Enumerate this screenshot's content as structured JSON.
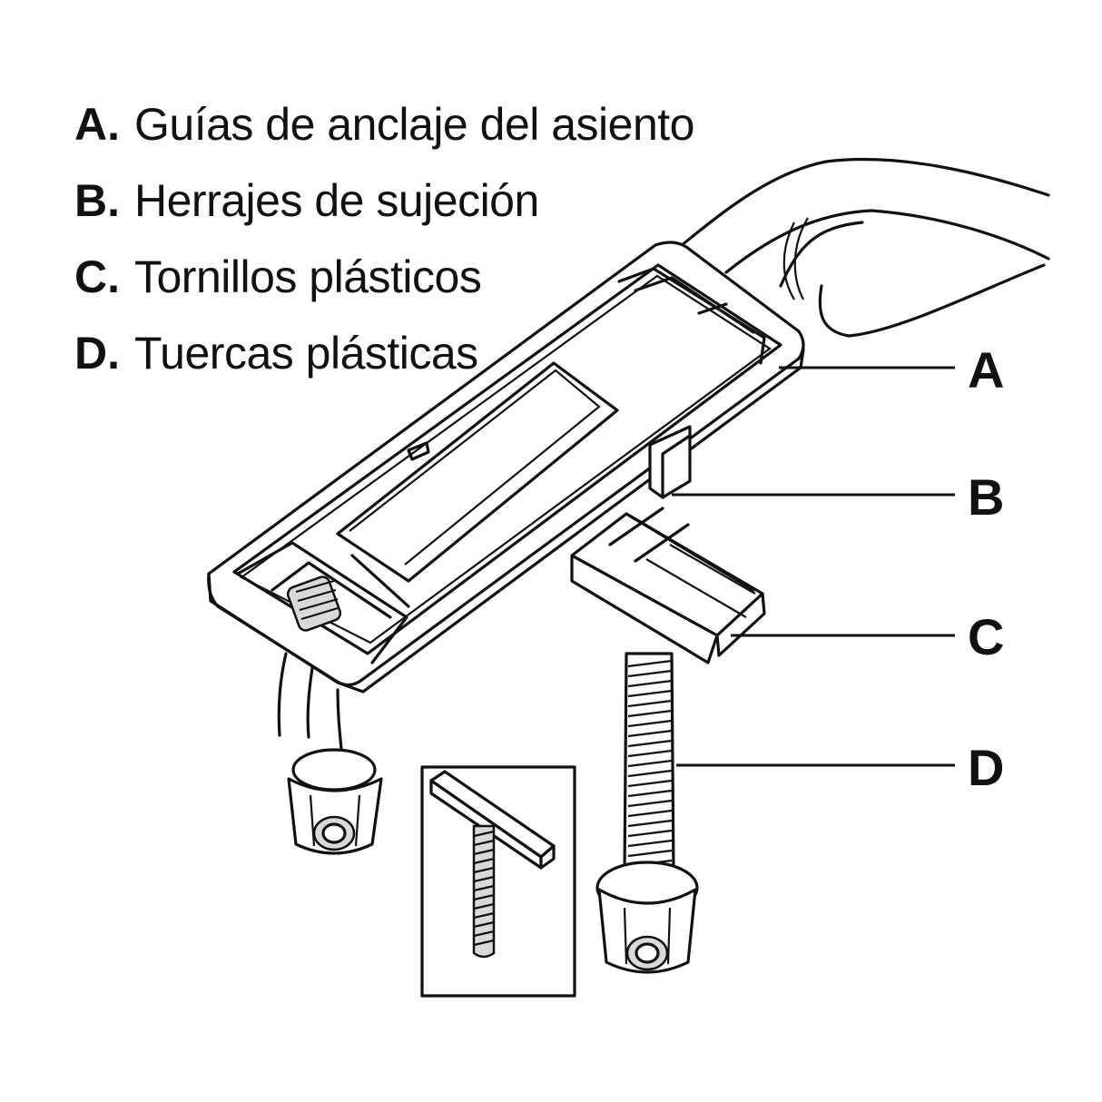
{
  "legend": [
    {
      "key": "A.",
      "text": "Guías de anclaje del asiento"
    },
    {
      "key": "B.",
      "text": "Herrajes de sujeción"
    },
    {
      "key": "C.",
      "text": "Tornillos plásticos"
    },
    {
      "key": "D.",
      "text": "Tuercas plásticas"
    }
  ],
  "callouts": {
    "a": "A",
    "b": "B",
    "c": "C",
    "d": "D"
  },
  "colors": {
    "ink": "#111111",
    "background": "#ffffff",
    "shade": "#d9d9d9"
  }
}
